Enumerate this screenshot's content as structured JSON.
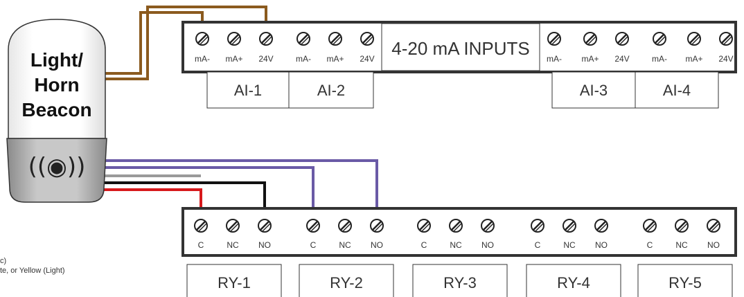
{
  "beacon": {
    "label_lines": [
      "Light/",
      "Horn",
      "Beacon"
    ],
    "siren_glyph": "((◉))"
  },
  "ai_panel": {
    "title": "4-20 mA INPUTS",
    "terminals_left": [
      "mA-",
      "mA+",
      "24V",
      "mA-",
      "mA+",
      "24V"
    ],
    "terminals_right": [
      "mA-",
      "mA+",
      "24V",
      "mA-",
      "mA+",
      "24V"
    ],
    "channels": [
      "AI-1",
      "AI-2",
      "AI-3",
      "AI-4"
    ]
  },
  "relay_panel": {
    "terminals": [
      "C",
      "NC",
      "NO",
      "C",
      "NC",
      "NO",
      "C",
      "NC",
      "NO",
      "C",
      "NC",
      "NO",
      "C",
      "NC",
      "NO"
    ],
    "channels": [
      "RY-1",
      "RY-2",
      "RY-3",
      "RY-4",
      "RY-5"
    ]
  },
  "legend": {
    "lines": [
      "c)",
      "te, or Yellow (Light)"
    ]
  },
  "wire_colors": {
    "brown": "#8B5A1E",
    "purple": "#6A5AA6",
    "black": "#111111",
    "red": "#D7191C",
    "gray": "#9A9A9A"
  }
}
